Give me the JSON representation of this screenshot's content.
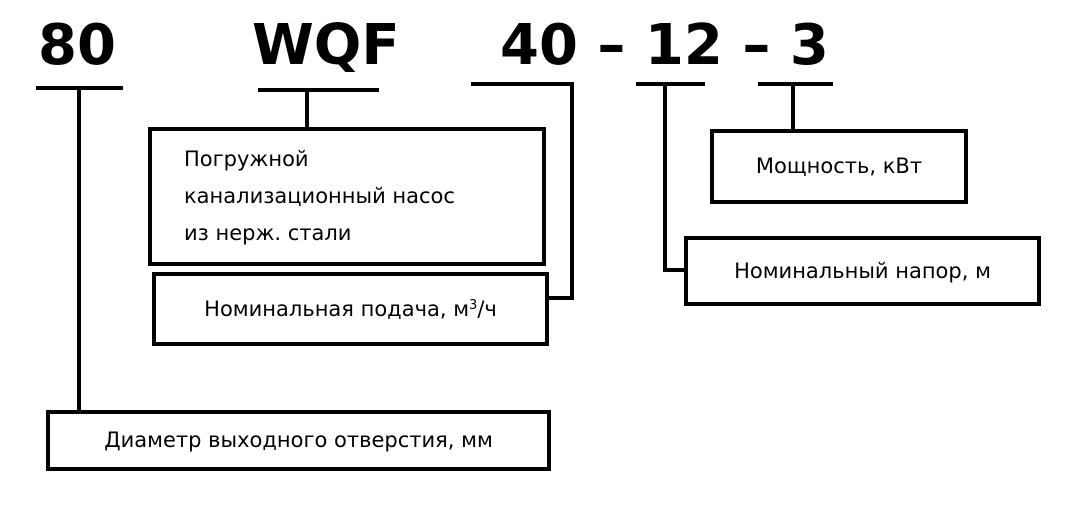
{
  "diagram": {
    "type": "model-designation-breakdown",
    "language": "ru",
    "model_code": "80 WQF 40 – 12 – 3",
    "colors": {
      "background": "#ffffff",
      "line": "#000000",
      "text": "#000000"
    },
    "code_segments": [
      {
        "id": "bore",
        "text": "80",
        "label_ref": "diameter"
      },
      {
        "id": "type",
        "text": "WQF",
        "label_ref": "pump"
      },
      {
        "id": "specs",
        "text": "40 – 12 – 3",
        "label_ref": "flow, head, power"
      }
    ],
    "callouts": [
      {
        "id": "pump",
        "source": "WQF",
        "lines": [
          "Погружной",
          "канализационный насос",
          "из нерж. стали"
        ],
        "align": "left"
      },
      {
        "id": "flow",
        "source": "40",
        "text_before": "Номинальная подача, м",
        "superscript": "3",
        "text_after": "/ч",
        "align": "center"
      },
      {
        "id": "head",
        "source": "12",
        "text": "Номинальный напор, м",
        "align": "center"
      },
      {
        "id": "power",
        "source": "3",
        "text": "Мощность, кВт",
        "align": "center"
      },
      {
        "id": "diameter",
        "source": "80",
        "text": "Диаметр выходного отверстия, мм",
        "align": "center"
      }
    ]
  }
}
